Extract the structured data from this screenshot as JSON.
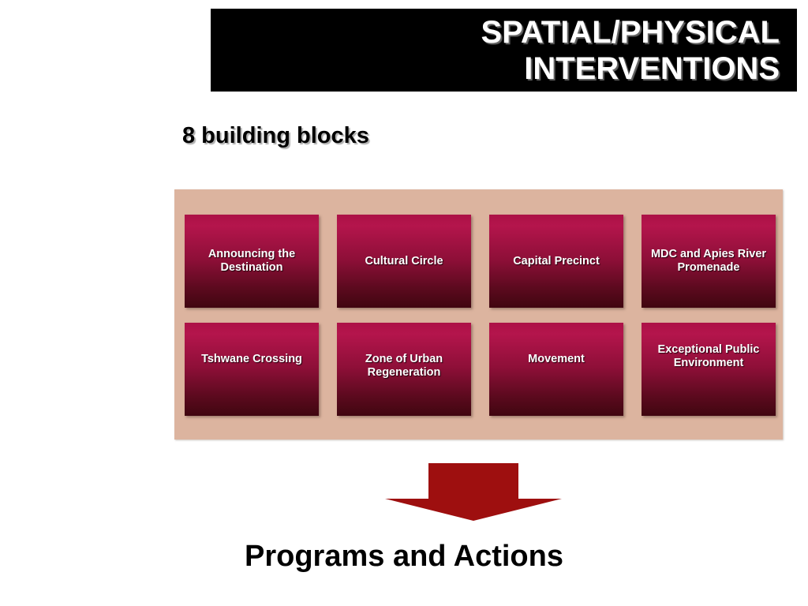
{
  "slide": {
    "title_lines": [
      "SPATIAL/PHYSICAL",
      "INTERVENTIONS"
    ],
    "subheading": "8 building blocks",
    "footer": "Programs and Actions",
    "arrow_icon": "down-arrow-icon"
  },
  "colors": {
    "banner_background": "#000000",
    "banner_text": "#ffffff",
    "panel_background": "#dcb49f",
    "box_gradient_top": "#b4154c",
    "box_gradient_bottom": "#400610",
    "box_text": "#ffffff",
    "arrow_fill": "#9e0f0f",
    "page_background": "#ffffff"
  },
  "building_blocks": {
    "count": 8,
    "rows": [
      {
        "row": "top",
        "items": [
          {
            "label": "Announcing the Destination"
          },
          {
            "label": "Cultural Circle"
          },
          {
            "label": "Capital Precinct"
          },
          {
            "label": "MDC and Apies River Promenade"
          }
        ]
      },
      {
        "row": "bottom",
        "items": [
          {
            "label": "Tshwane Crossing"
          },
          {
            "label": "Zone of Urban Regeneration"
          },
          {
            "label": "Movement"
          },
          {
            "label": "Exceptional Public Environment"
          }
        ]
      }
    ]
  }
}
